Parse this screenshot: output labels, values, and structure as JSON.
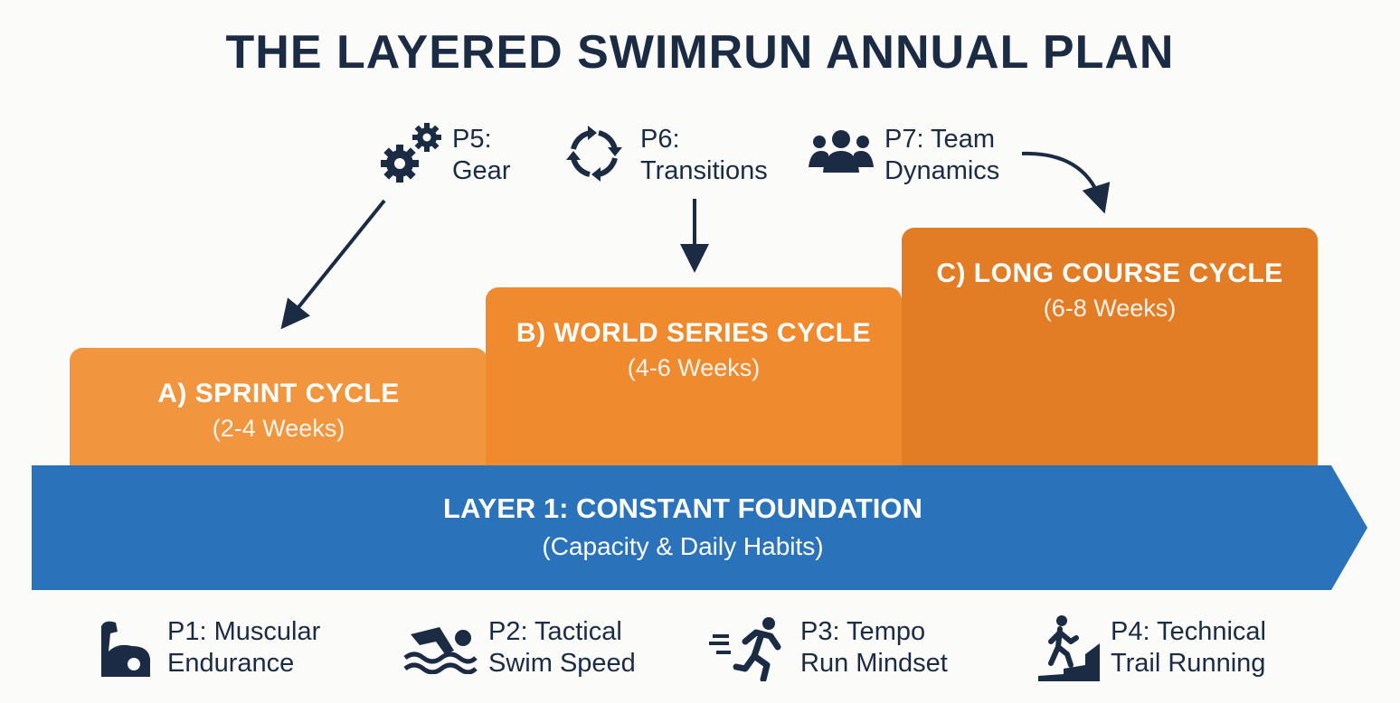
{
  "title": "THE LAYERED SWIMRUN ANNUAL PLAN",
  "cycles": [
    {
      "label": "A) SPRINT CYCLE",
      "duration": "(2-4 Weeks)"
    },
    {
      "label": "B) WORLD SERIES CYCLE",
      "duration": "(4-6 Weeks)"
    },
    {
      "label": "C) LONG COURSE CYCLE",
      "duration": "(6-8 Weeks)"
    }
  ],
  "foundation": {
    "label": "LAYER 1: CONSTANT FOUNDATION",
    "sub": "(Capacity & Daily Habits)"
  },
  "top_pillars": [
    {
      "line1": "P5:",
      "line2": "Gear",
      "icon": "gears-icon"
    },
    {
      "line1": "P6:",
      "line2": "Transitions",
      "icon": "cycle-arrows-icon"
    },
    {
      "line1": "P7: Team",
      "line2": "Dynamics",
      "icon": "team-icon"
    }
  ],
  "bottom_pillars": [
    {
      "line1": "P1: Muscular",
      "line2": "Endurance",
      "icon": "muscle-icon"
    },
    {
      "line1": "P2: Tactical",
      "line2": "Swim Speed",
      "icon": "swimmer-icon"
    },
    {
      "line1": "P3: Tempo",
      "line2": "Run Mindset",
      "icon": "runner-icon"
    },
    {
      "line1": "P4: Technical",
      "line2": "Trail Running",
      "icon": "trail-climber-icon"
    }
  ],
  "colors": {
    "navy": "#1c2b44",
    "orangeA": "#f2953f",
    "orangeB": "#ef8a2e",
    "orangeC": "#e27d26",
    "blue": "#2a73bb"
  }
}
